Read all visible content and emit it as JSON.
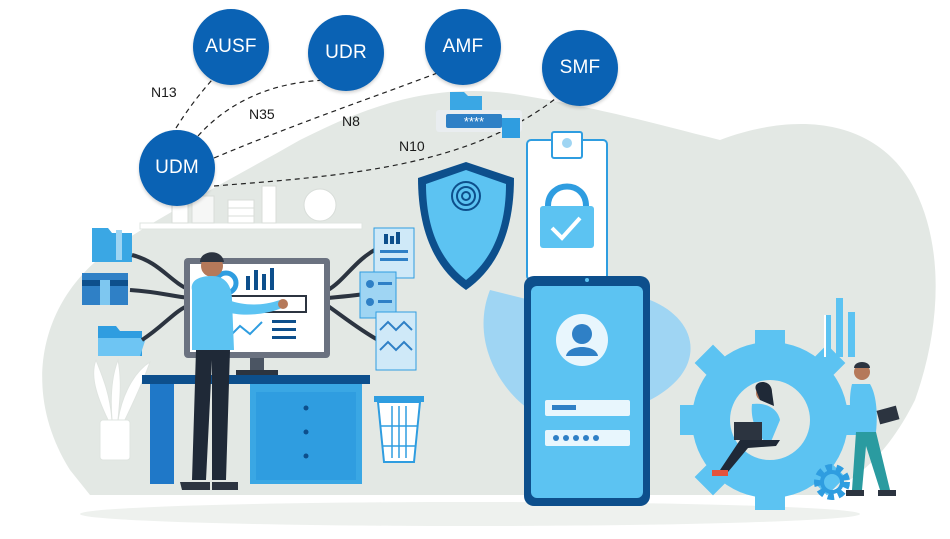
{
  "nodes": {
    "ausf": "AUSF",
    "udr": "UDR",
    "amf": "AMF",
    "smf": "SMF",
    "udm": "UDM"
  },
  "interfaces": {
    "n13": "N13",
    "n35": "N35",
    "n8": "N8",
    "n10": "N10"
  },
  "colors": {
    "node_fill": "#0a62b4",
    "accent_light": "#5cc3f2",
    "accent_mid": "#2f9de0",
    "accent_dark": "#0d4f8c",
    "background_blob": "#e3e8e4"
  },
  "password_mask": "****"
}
